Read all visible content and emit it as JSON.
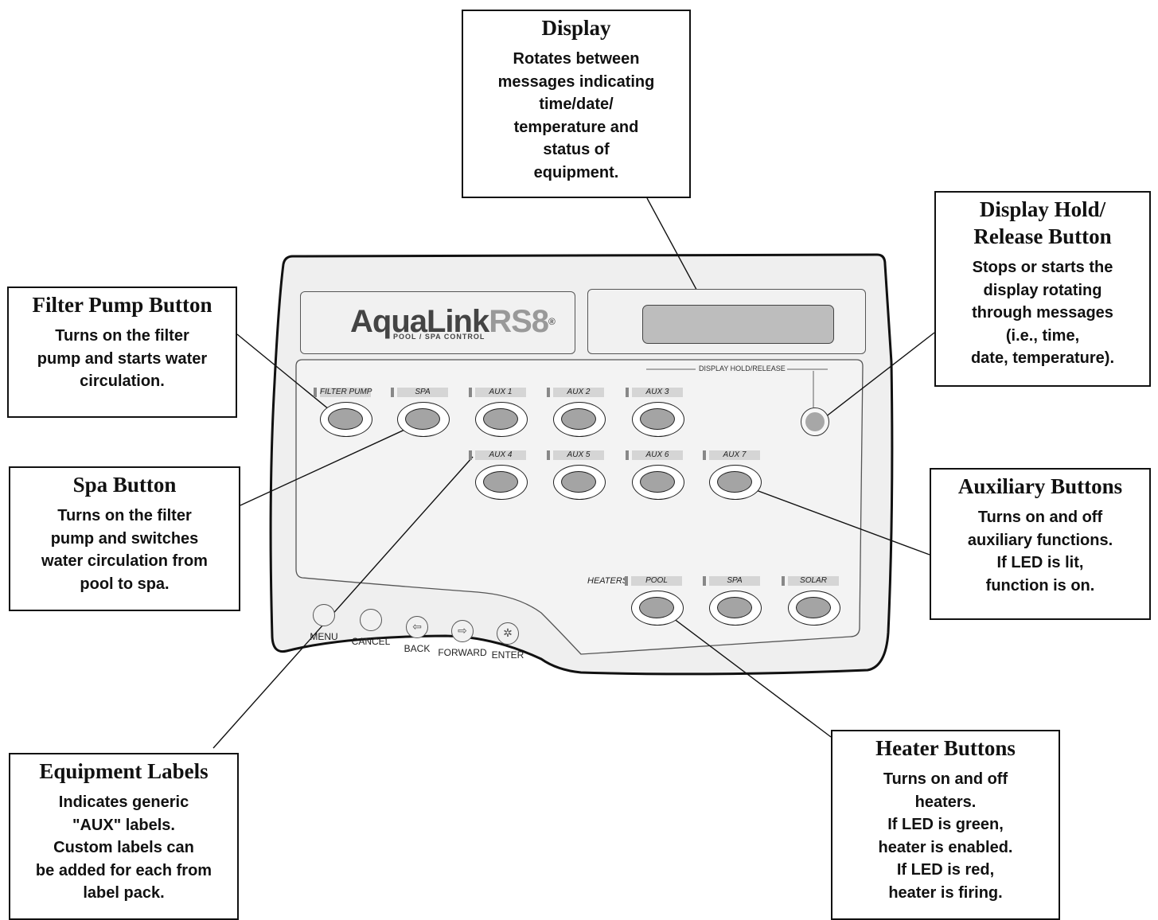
{
  "panel": {
    "brand": {
      "name_a": "AquaLink",
      "name_b": "RS8",
      "mark": "®",
      "subtitle": "POOL / SPA CONTROL"
    },
    "display_hold_label": "DISPLAY HOLD/RELEASE",
    "heaters_label": "HEATERS",
    "row1": [
      {
        "label": "FILTER PUMP"
      },
      {
        "label": "SPA"
      },
      {
        "label": "AUX 1"
      },
      {
        "label": "AUX 2"
      },
      {
        "label": "AUX 3"
      }
    ],
    "row2": [
      {
        "label": "AUX 4"
      },
      {
        "label": "AUX 5"
      },
      {
        "label": "AUX 6"
      },
      {
        "label": "AUX 7"
      }
    ],
    "heaters": [
      {
        "label": "POOL"
      },
      {
        "label": "SPA"
      },
      {
        "label": "SOLAR"
      }
    ],
    "nav": [
      {
        "label": "MENU",
        "icon": "circle"
      },
      {
        "label": "CANCEL",
        "icon": "circle"
      },
      {
        "label": "BACK",
        "icon": "left-arrow-icon",
        "glyph": "⇦"
      },
      {
        "label": "FORWARD",
        "icon": "right-arrow-icon",
        "glyph": "⇨"
      },
      {
        "label": "ENTER",
        "icon": "enter-icon",
        "glyph": "✲"
      }
    ]
  },
  "callouts": {
    "display": {
      "title": "Display",
      "body": "Rotates between\nmessages indicating\ntime/date/\ntemperature and\nstatus of\nequipment."
    },
    "hold": {
      "title": "Display Hold/\nRelease Button",
      "body": "Stops or starts the\ndisplay rotating\nthrough messages\n(i.e., time,\ndate, temperature)."
    },
    "filter": {
      "title": "Filter Pump Button",
      "body": "Turns on the filter\npump and starts water\ncirculation."
    },
    "spa": {
      "title": "Spa Button",
      "body": "Turns on the filter\npump and switches\nwater circulation from\npool to spa."
    },
    "aux": {
      "title": "Auxiliary Buttons",
      "body": "Turns on and off\nauxiliary functions.\nIf LED is lit,\nfunction is on."
    },
    "labels": {
      "title": "Equipment Labels",
      "body": "Indicates generic\n\"AUX\" labels.\nCustom labels can\nbe added for each from\nlabel pack."
    },
    "heater": {
      "title": "Heater Buttons",
      "body": "Turns on and off\nheaters.\nIf LED is green,\nheater is enabled.\nIf LED is red,\nheater is firing."
    }
  },
  "colors": {
    "panel_fill": "#efefef",
    "button_fill": "#a4a4a4",
    "lcd_fill": "#bdbdbd",
    "outline": "#111111"
  }
}
